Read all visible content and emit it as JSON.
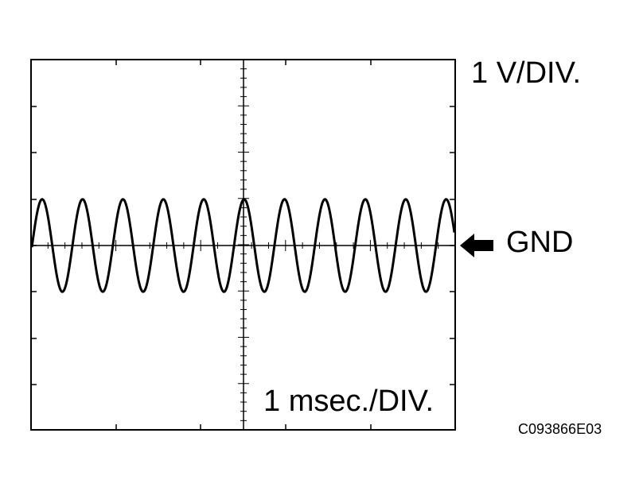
{
  "labels": {
    "volt_div": "1 V/DIV.",
    "time_div": "1 msec./DIV.",
    "ground": "GND",
    "figure_code": "C093866E03"
  },
  "waveform": {
    "shape": "sine",
    "cycles_shown": 10.5,
    "peak_divisions": 1.0,
    "offset_divisions": 0.0
  },
  "colors": {
    "trace": "#000000",
    "background": "#ffffff"
  },
  "icons": {
    "ground_marker": "arrow-left-icon"
  }
}
